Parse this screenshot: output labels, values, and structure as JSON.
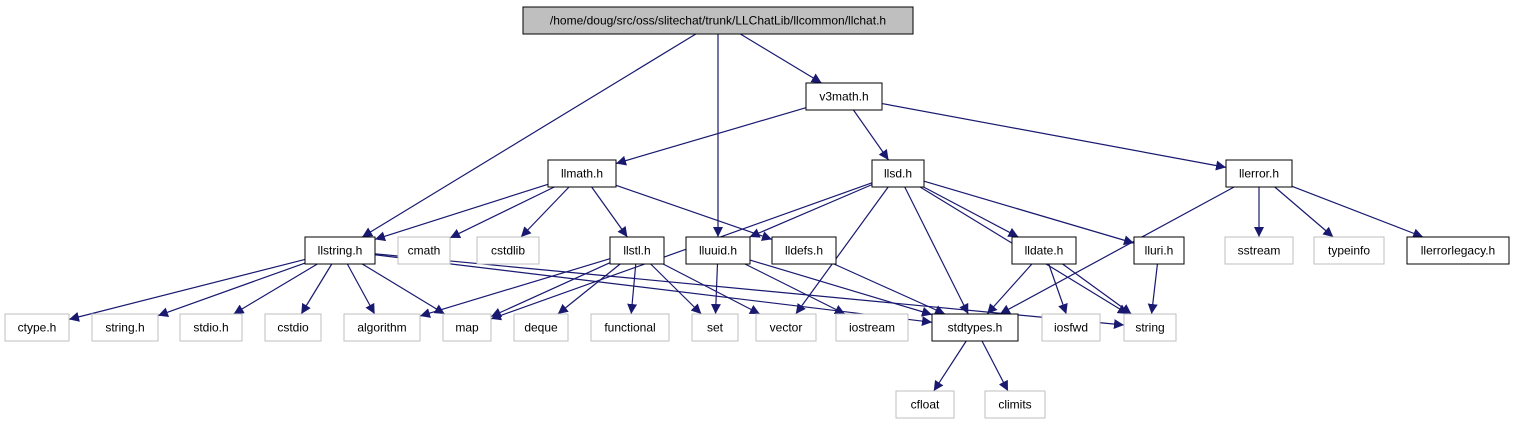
{
  "colors": {
    "root_fill": "#bfbfbf",
    "documented_border": "#000000",
    "external_border": "#bfbfbf",
    "edge": "#191970",
    "text": "#000000"
  },
  "nodes": {
    "root": {
      "label": "/home/doug/src/oss/slitechat/trunk/LLChatLib/llcommon/llchat.h",
      "kind": "root"
    },
    "v3math": {
      "label": "v3math.h",
      "kind": "documented"
    },
    "llmath": {
      "label": "llmath.h",
      "kind": "documented"
    },
    "llsd": {
      "label": "llsd.h",
      "kind": "documented"
    },
    "llerror": {
      "label": "llerror.h",
      "kind": "documented"
    },
    "llstring": {
      "label": "llstring.h",
      "kind": "documented"
    },
    "cmath": {
      "label": "cmath",
      "kind": "external"
    },
    "cstdlib": {
      "label": "cstdlib",
      "kind": "external"
    },
    "llstl": {
      "label": "llstl.h",
      "kind": "documented"
    },
    "lluuid": {
      "label": "lluuid.h",
      "kind": "documented"
    },
    "lldefs": {
      "label": "lldefs.h",
      "kind": "documented"
    },
    "lldate": {
      "label": "lldate.h",
      "kind": "documented"
    },
    "lluri": {
      "label": "lluri.h",
      "kind": "documented"
    },
    "sstream": {
      "label": "sstream",
      "kind": "external"
    },
    "typeinfo": {
      "label": "typeinfo",
      "kind": "external"
    },
    "llerrorlegacy": {
      "label": "llerrorlegacy.h",
      "kind": "documented"
    },
    "ctype": {
      "label": "ctype.h",
      "kind": "external"
    },
    "string_h": {
      "label": "string.h",
      "kind": "external"
    },
    "stdio": {
      "label": "stdio.h",
      "kind": "external"
    },
    "cstdio": {
      "label": "cstdio",
      "kind": "external"
    },
    "algorithm": {
      "label": "algorithm",
      "kind": "external"
    },
    "map": {
      "label": "map",
      "kind": "external"
    },
    "deque": {
      "label": "deque",
      "kind": "external"
    },
    "functional": {
      "label": "functional",
      "kind": "external"
    },
    "set": {
      "label": "set",
      "kind": "external"
    },
    "vector": {
      "label": "vector",
      "kind": "external"
    },
    "iostream": {
      "label": "iostream",
      "kind": "external"
    },
    "stdtypes": {
      "label": "stdtypes.h",
      "kind": "documented"
    },
    "iosfwd": {
      "label": "iosfwd",
      "kind": "external"
    },
    "string": {
      "label": "string",
      "kind": "external"
    },
    "cfloat": {
      "label": "cfloat",
      "kind": "external"
    },
    "climits": {
      "label": "climits",
      "kind": "external"
    }
  },
  "edges": [
    [
      "root",
      "v3math"
    ],
    [
      "root",
      "llstring"
    ],
    [
      "root",
      "lluuid"
    ],
    [
      "v3math",
      "llmath"
    ],
    [
      "v3math",
      "llsd"
    ],
    [
      "v3math",
      "llerror"
    ],
    [
      "llmath",
      "llstring"
    ],
    [
      "llmath",
      "cmath"
    ],
    [
      "llmath",
      "cstdlib"
    ],
    [
      "llmath",
      "llstl"
    ],
    [
      "llmath",
      "lldefs"
    ],
    [
      "llsd",
      "map"
    ],
    [
      "llsd",
      "lluuid"
    ],
    [
      "llsd",
      "vector"
    ],
    [
      "llsd",
      "stdtypes"
    ],
    [
      "llsd",
      "lldate"
    ],
    [
      "llsd",
      "lluri"
    ],
    [
      "llsd",
      "string"
    ],
    [
      "llerror",
      "stdtypes"
    ],
    [
      "llerror",
      "sstream"
    ],
    [
      "llerror",
      "typeinfo"
    ],
    [
      "llerror",
      "llerrorlegacy"
    ],
    [
      "llstring",
      "ctype"
    ],
    [
      "llstring",
      "string_h"
    ],
    [
      "llstring",
      "stdio"
    ],
    [
      "llstring",
      "cstdio"
    ],
    [
      "llstring",
      "algorithm"
    ],
    [
      "llstring",
      "map"
    ],
    [
      "llstring",
      "stdtypes"
    ],
    [
      "llstring",
      "string"
    ],
    [
      "llstl",
      "algorithm"
    ],
    [
      "llstl",
      "map"
    ],
    [
      "llstl",
      "deque"
    ],
    [
      "llstl",
      "functional"
    ],
    [
      "llstl",
      "set"
    ],
    [
      "llstl",
      "vector"
    ],
    [
      "lluuid",
      "set"
    ],
    [
      "lluuid",
      "iostream"
    ],
    [
      "lluuid",
      "stdtypes"
    ],
    [
      "lldefs",
      "stdtypes"
    ],
    [
      "lldate",
      "stdtypes"
    ],
    [
      "lldate",
      "iosfwd"
    ],
    [
      "lldate",
      "string"
    ],
    [
      "lluri",
      "string"
    ],
    [
      "stdtypes",
      "cfloat"
    ],
    [
      "stdtypes",
      "climits"
    ]
  ]
}
